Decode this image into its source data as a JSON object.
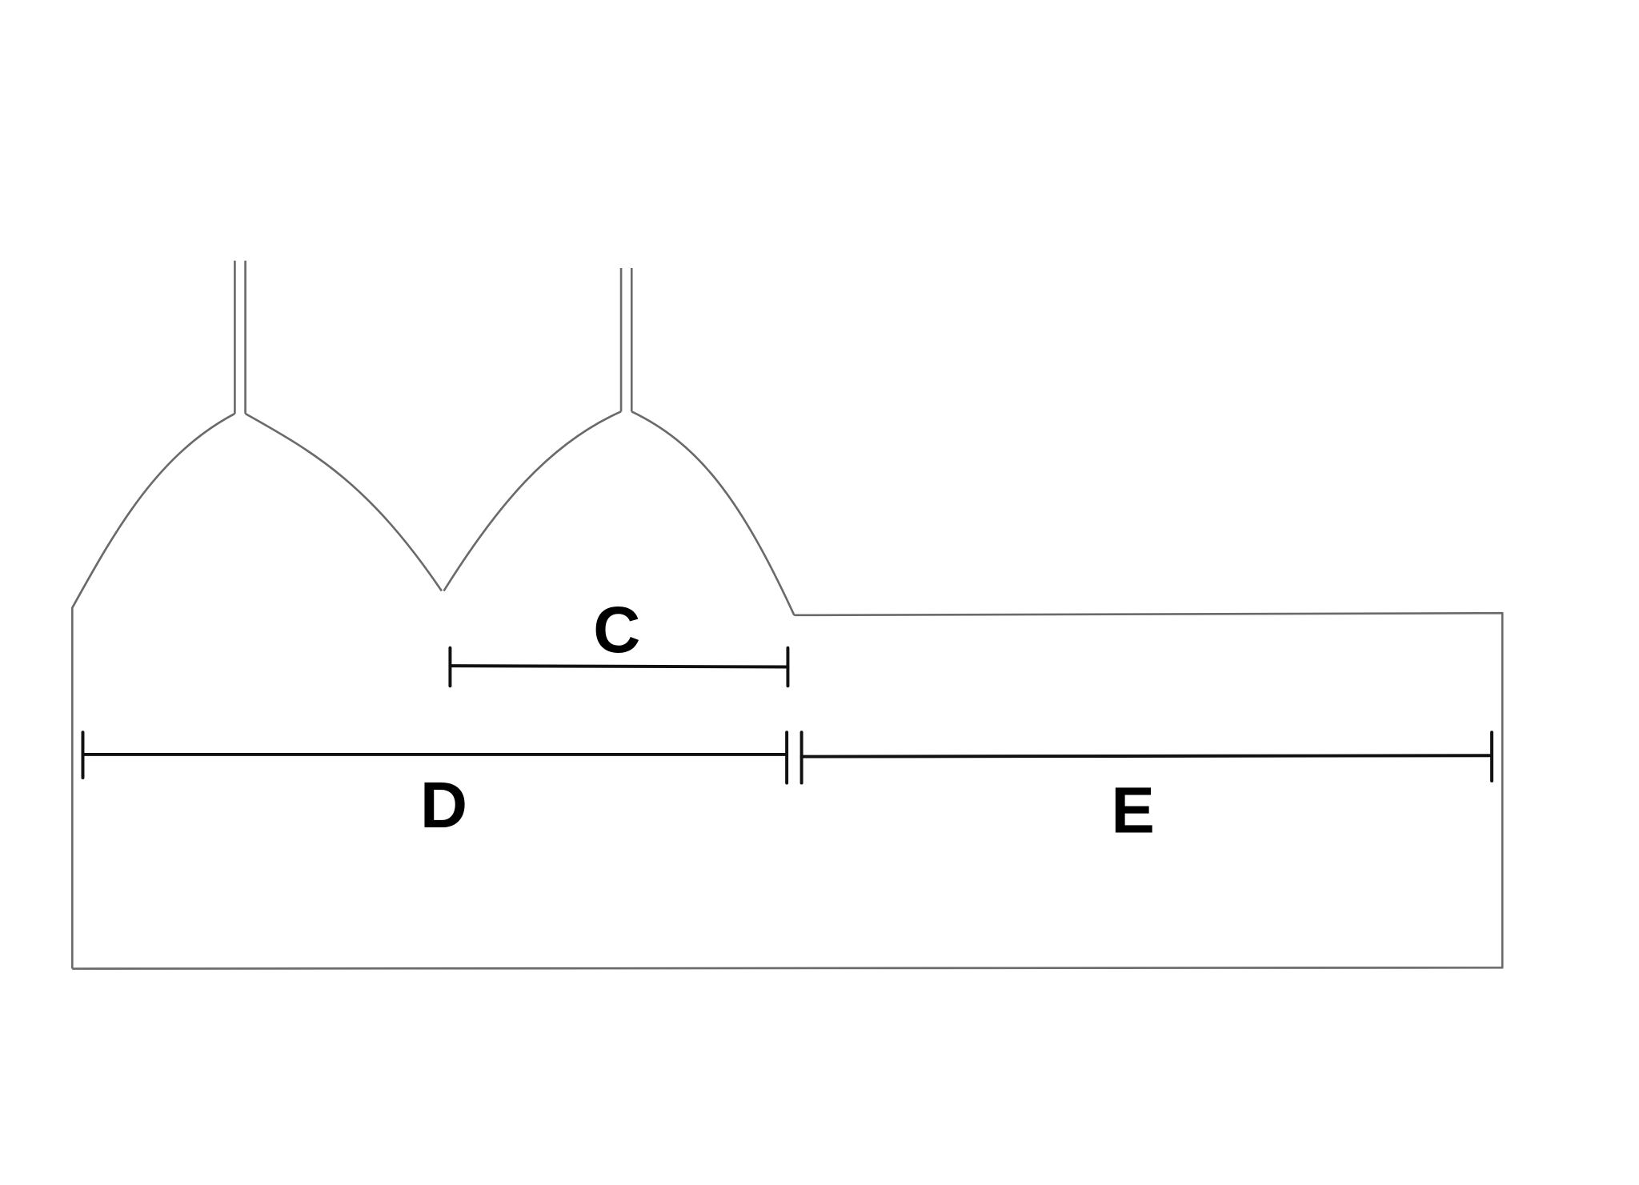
{
  "diagram": {
    "type": "pattern sketch",
    "labels": {
      "c": "C",
      "d": "D",
      "e": "E"
    },
    "colors": {
      "outline": "#6a6a6a",
      "dimension": "#111111",
      "background": "#ffffff"
    }
  }
}
